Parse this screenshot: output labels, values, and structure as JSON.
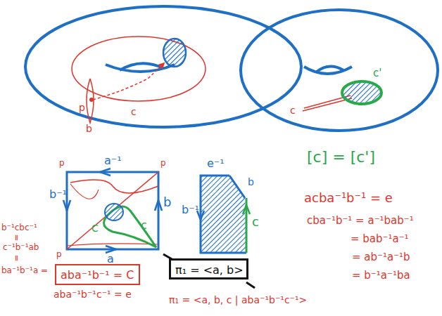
{
  "diagram": {
    "nodes": [
      {
        "text": [
          "aba⁻¹b⁻¹ = C"
        ]
      },
      {
        "text": [
          "π₁ = <a, b>"
        ]
      }
    ],
    "labels": [
      "p",
      "b",
      "c",
      "c'",
      "c",
      "[c] = [c']",
      "p",
      "p",
      "p",
      "a⁻¹",
      "b⁻¹",
      "b",
      "a",
      "c",
      "C",
      "e⁻¹",
      "b⁻¹",
      "b",
      "c",
      "a",
      "b⁻¹cbc⁻¹",
      "=",
      "c⁻¹b⁻¹ab",
      "=",
      "ba⁻¹b⁻¹a =",
      "aba⁻¹b⁻¹c⁻¹ = e",
      "π₁ = <a, b, c | aba⁻¹b⁻¹c⁻¹>",
      "acba⁻¹b⁻¹ = e",
      "cba⁻¹b⁻¹ = a⁻¹bab⁻¹",
      "= bab⁻¹a⁻¹",
      "= ab⁻¹a⁻¹b",
      "= b⁻¹a⁻¹ba"
    ]
  }
}
